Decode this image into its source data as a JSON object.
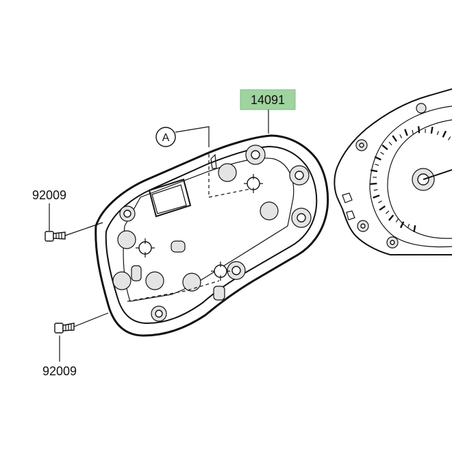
{
  "labels": {
    "main_part": "14091",
    "screw_top": "92009",
    "screw_bottom": "92009",
    "ref_callout": "A"
  },
  "colors": {
    "part_highlight": "#9fd3a0",
    "line": "#111111",
    "background": "#ffffff"
  }
}
